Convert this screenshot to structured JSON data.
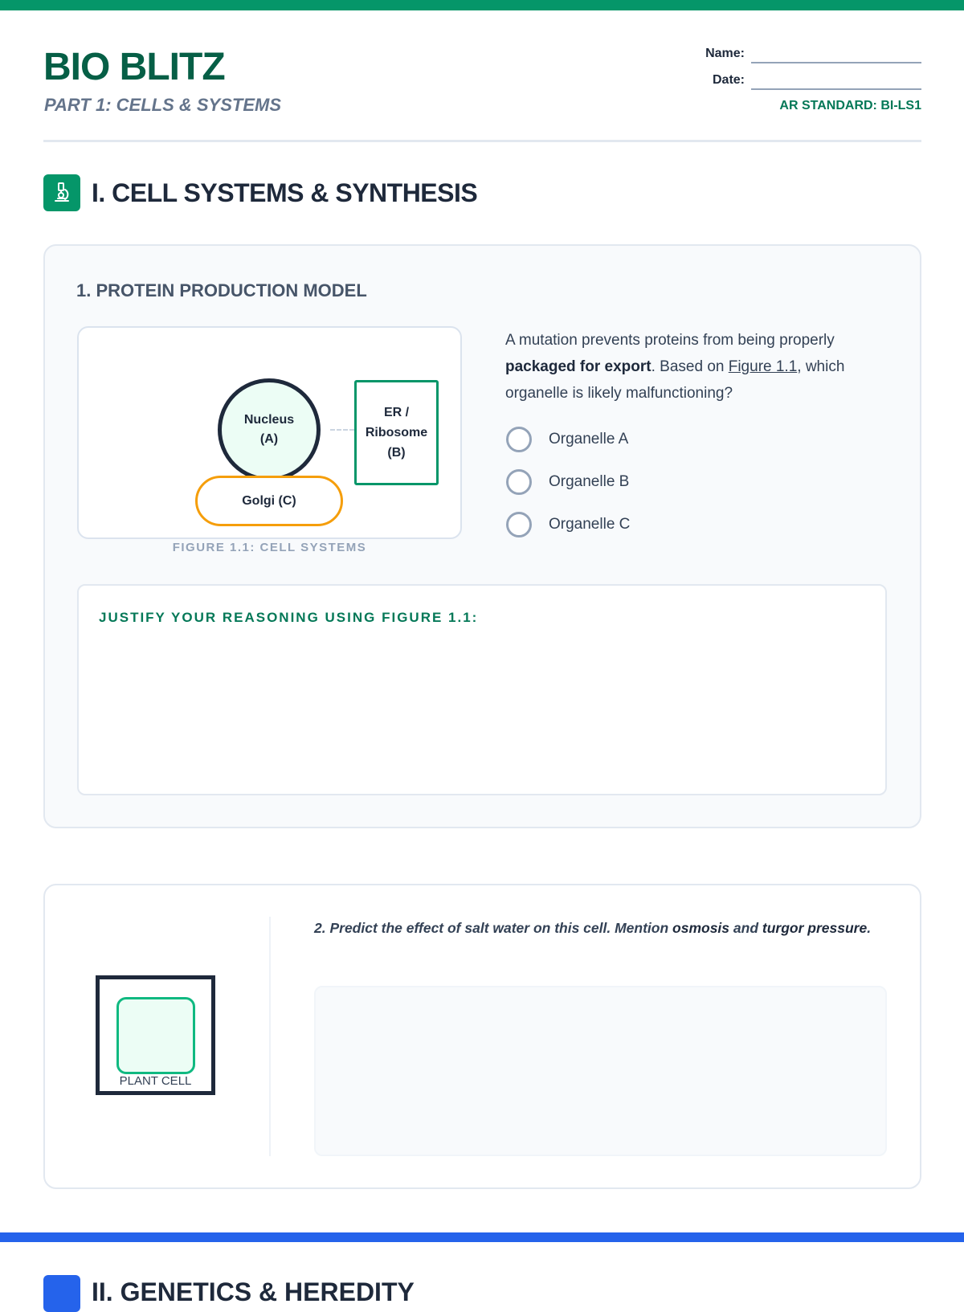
{
  "header": {
    "title": "BIO BLITZ",
    "subtitle": "PART 1: CELLS & SYSTEMS",
    "name_label": "Name:",
    "date_label": "Date:",
    "standard": "AR STANDARD: BI-LS1"
  },
  "section1": {
    "icon": "microscope-icon",
    "title": "I. CELL SYSTEMS & SYNTHESIS",
    "question1": {
      "title": "1. PROTEIN PRODUCTION MODEL",
      "figure": {
        "nucleus_line1": "Nucleus",
        "nucleus_line2": "(A)",
        "er_line1": "ER /",
        "er_line2": "Ribosome",
        "er_line3": "(B)",
        "golgi": "Golgi (C)",
        "caption": "FIGURE 1.1: CELL SYSTEMS"
      },
      "text_part1": "A mutation prevents proteins from being properly ",
      "text_bold": "packaged for export",
      "text_part2": ". Based on ",
      "text_link": "Figure 1.1",
      "text_part3": ", which organelle is likely malfunctioning?",
      "options": [
        "Organelle A",
        "Organelle B",
        "Organelle C"
      ],
      "justify_label": "JUSTIFY YOUR REASONING USING FIGURE 1.1:"
    },
    "question2": {
      "plant_label": "PLANT CELL",
      "text_part1": "2. Predict the effect of salt water on this cell. Mention ",
      "bold1": "osmosis",
      "text_part2": " and ",
      "bold2": "turgor pressure",
      "text_part3": "."
    }
  },
  "section2": {
    "title": "II. GENETICS & HEREDITY"
  },
  "colors": {
    "green": "#059669",
    "blue": "#2563eb",
    "orange": "#f59e0b"
  }
}
